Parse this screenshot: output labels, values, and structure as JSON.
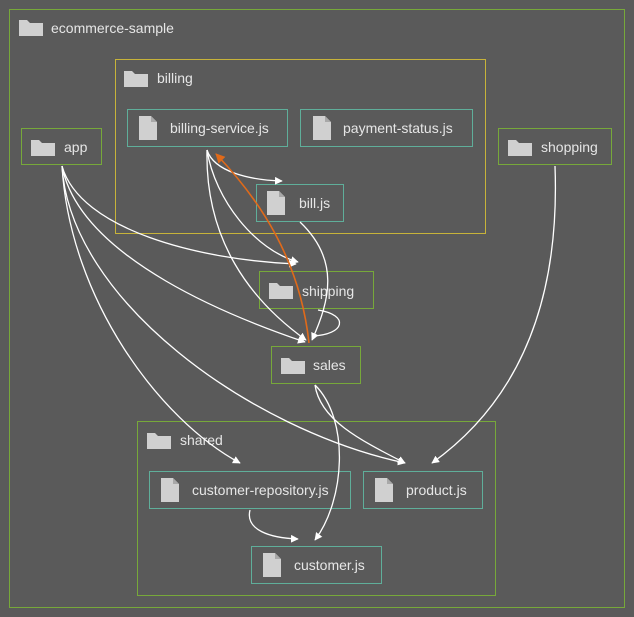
{
  "diagram": {
    "root": {
      "label": "ecommerce-sample",
      "icon": "folder-icon"
    },
    "folders": {
      "billing": "billing",
      "app": "app",
      "shopping": "shopping",
      "shipping": "shipping",
      "sales": "sales",
      "shared": "shared"
    },
    "files": {
      "billing_service": "billing-service.js",
      "payment_status": "payment-status.js",
      "bill": "bill.js",
      "customer_repository": "customer-repository.js",
      "product": "product.js",
      "customer": "customer.js"
    },
    "colors": {
      "background": "#5a5a5a",
      "folder_border": "#77a83a",
      "group_border": "#c7b33a",
      "file_border": "#5fae9a",
      "edge": "#ffffff",
      "cycle_edge": "#e06a1a"
    }
  }
}
